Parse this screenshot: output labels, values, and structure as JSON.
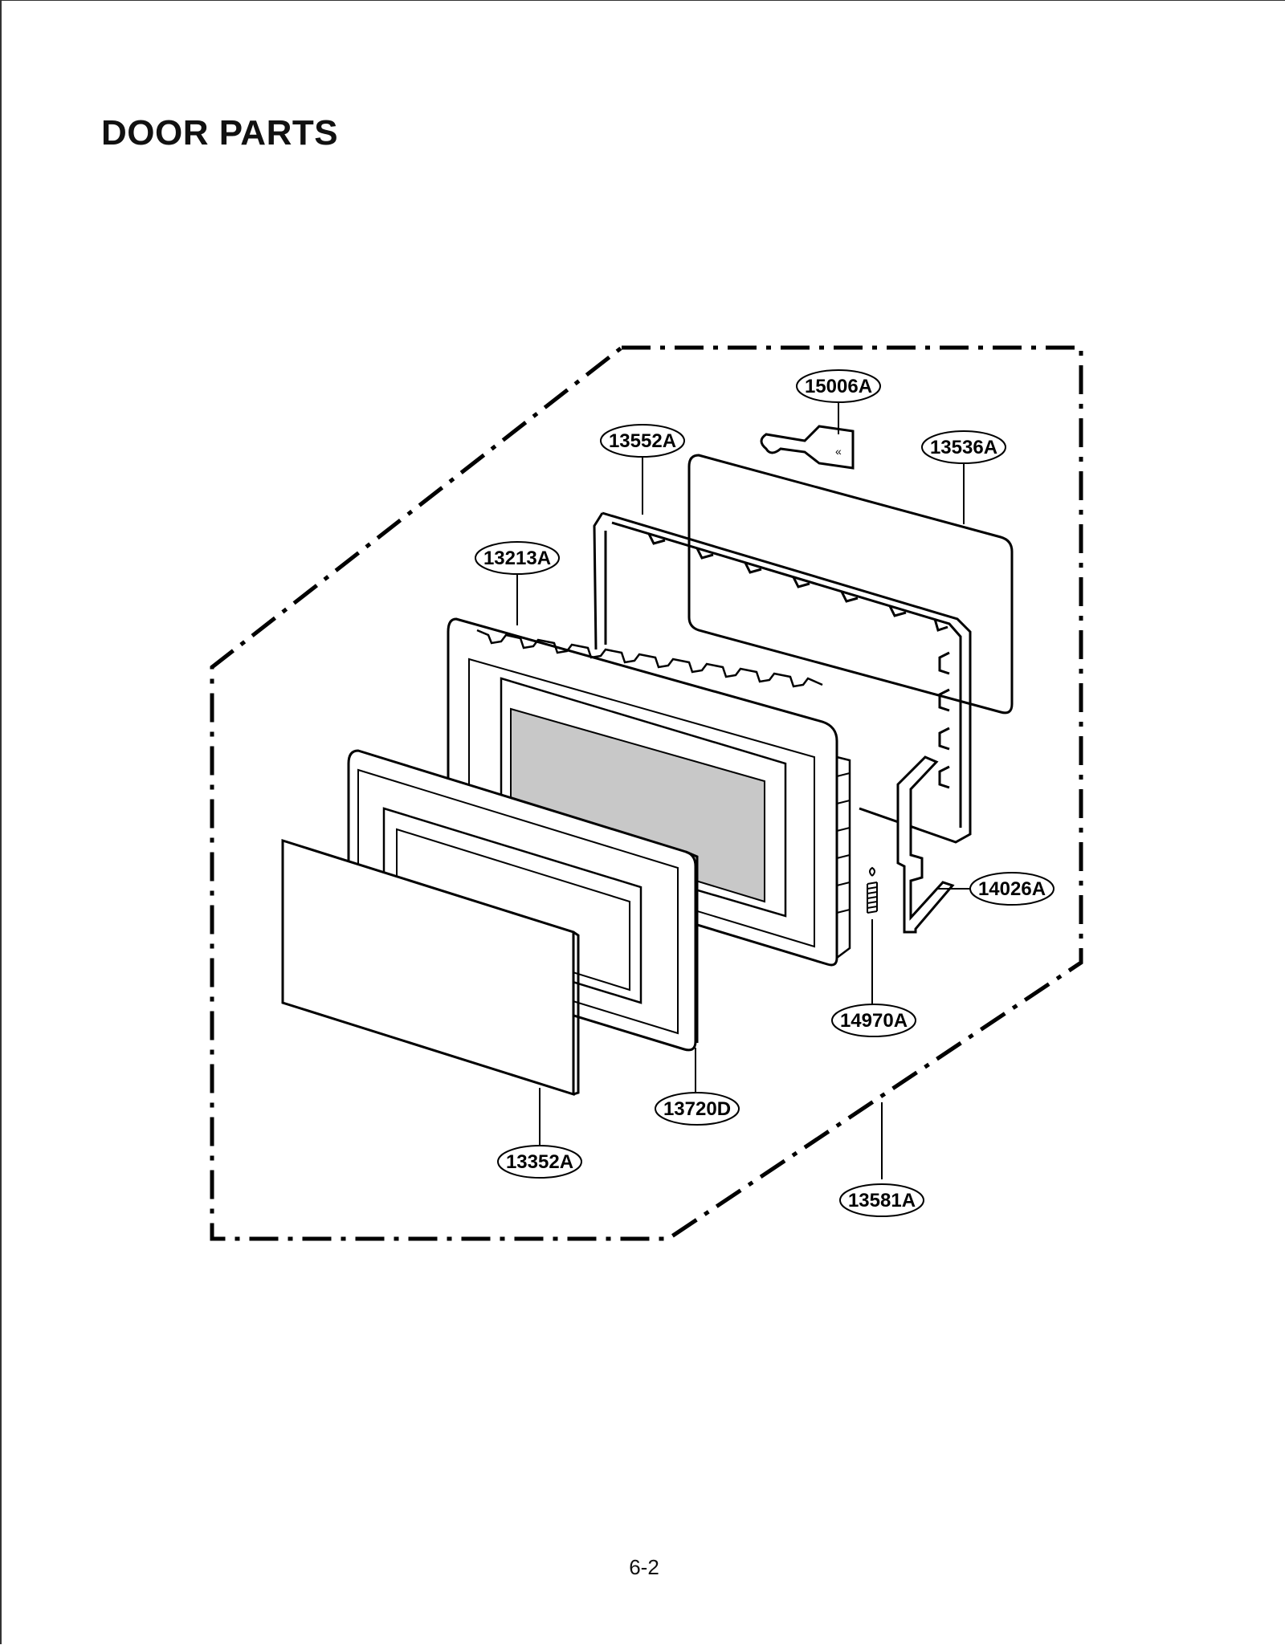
{
  "page_title": "DOOR PARTS",
  "page_number": "6-2",
  "part_labels": {
    "assembly": "13581A",
    "door_frame": "13213A",
    "door_choke": "13552A",
    "screen_cover": "13536A",
    "hinge_plate": "15006A",
    "latch_lever": "14026A",
    "latch_spring": "14970A",
    "door_trim": "13720D",
    "door_glass": "13352A"
  }
}
